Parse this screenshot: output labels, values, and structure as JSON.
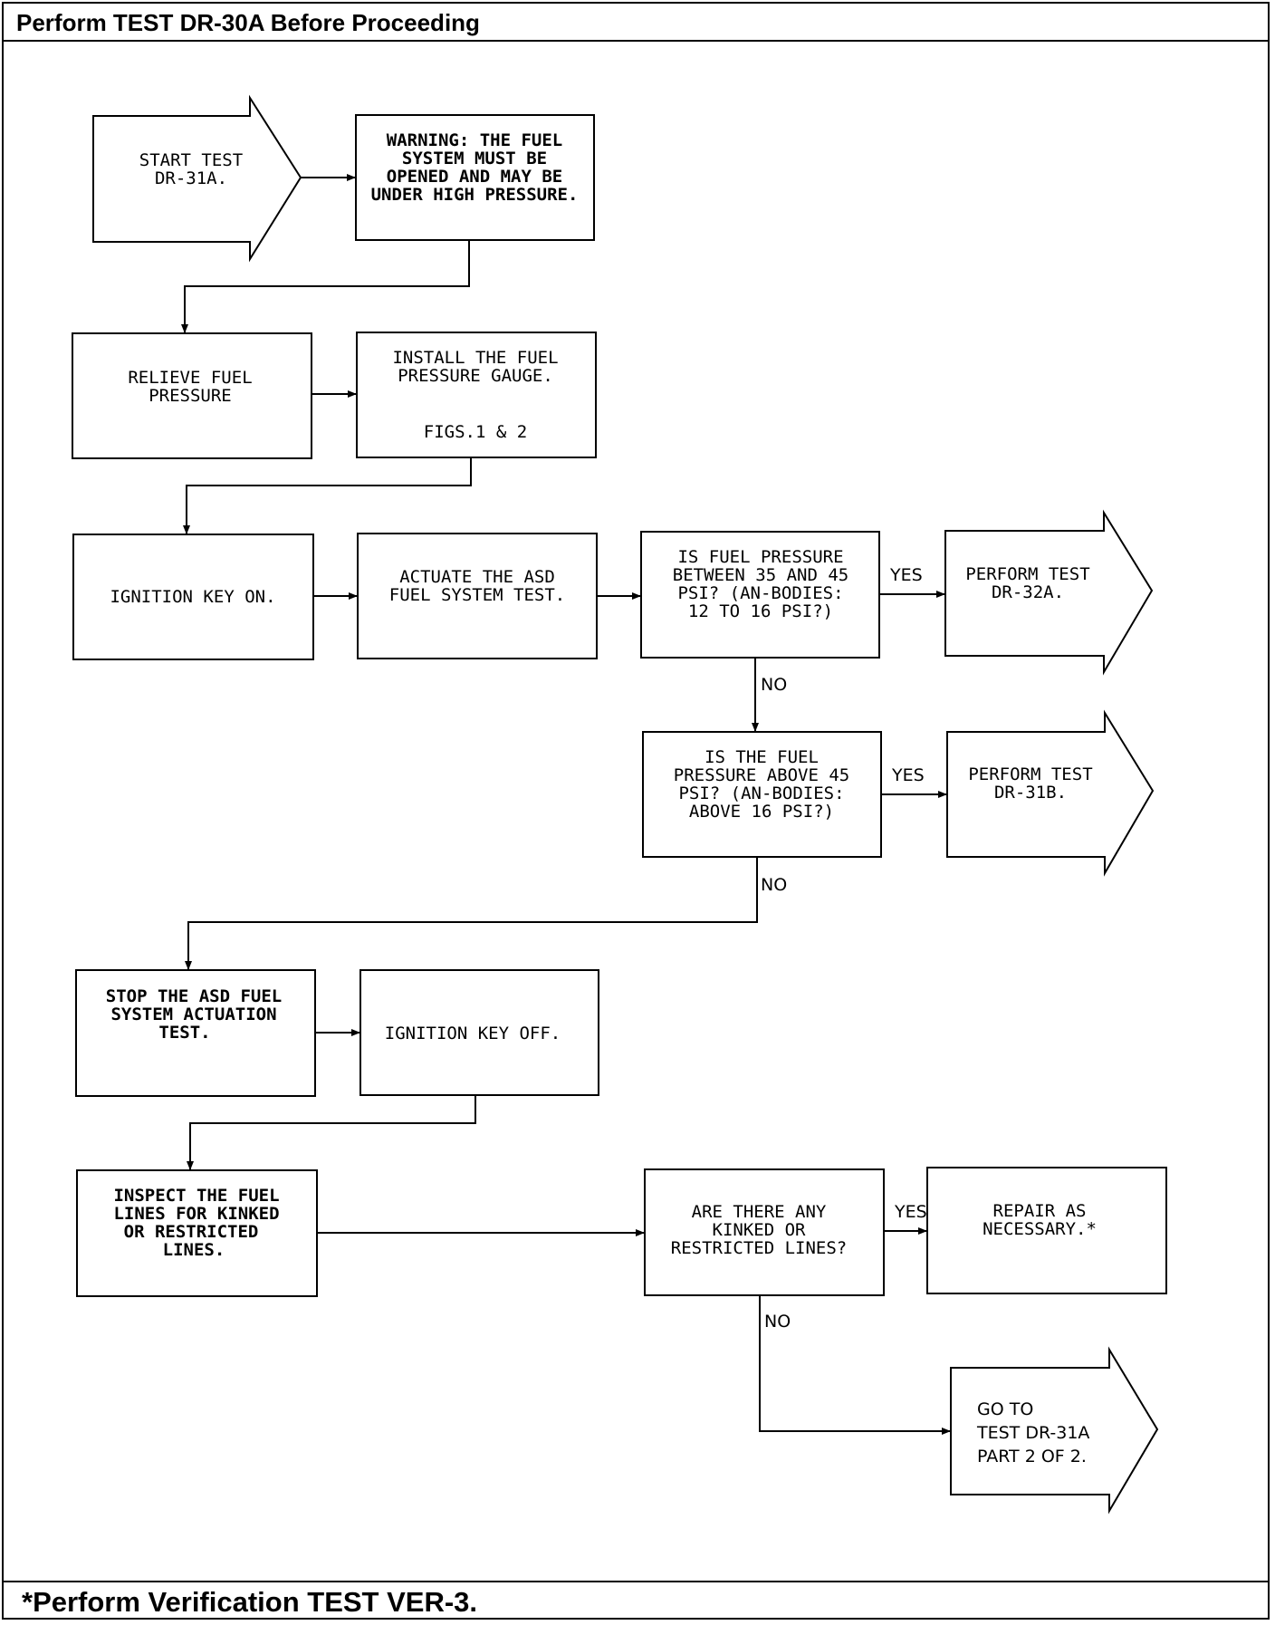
{
  "header": {
    "title": "Perform TEST DR-30A Before Proceeding"
  },
  "footer": {
    "note": "*Perform Verification TEST VER-3."
  },
  "nodes": {
    "start": [
      "START TEST",
      "DR-31A."
    ],
    "warning": [
      "WARNING: THE FUEL",
      "SYSTEM MUST BE",
      "OPENED AND MAY BE",
      "UNDER HIGH PRESSURE."
    ],
    "relieve": [
      "RELIEVE FUEL",
      "PRESSURE"
    ],
    "install": [
      "INSTALL THE FUEL",
      "PRESSURE GAUGE."
    ],
    "install_ref": "FIGS.1 & 2",
    "ignition_on": [
      "IGNITION KEY ON."
    ],
    "actuate": [
      "ACTUATE THE ASD",
      "FUEL SYSTEM TEST."
    ],
    "decision1": [
      "IS FUEL PRESSURE",
      "BETWEEN 35 AND 45",
      "PSI? (AN-BODIES:",
      "12 TO 16 PSI?)"
    ],
    "perform32": [
      "PERFORM TEST",
      "DR-32A."
    ],
    "decision2": [
      "IS THE FUEL",
      "PRESSURE ABOVE 45",
      "PSI? (AN-BODIES:",
      "ABOVE 16 PSI?)"
    ],
    "perform31b": [
      "PERFORM TEST",
      "DR-31B."
    ],
    "stop": [
      "STOP THE ASD FUEL",
      "SYSTEM ACTUATION",
      "TEST."
    ],
    "ignition_off": [
      "IGNITION KEY OFF."
    ],
    "inspect": [
      "INSPECT THE FUEL",
      "LINES FOR KINKED",
      "OR RESTRICTED",
      "LINES."
    ],
    "decision3": [
      "ARE THERE ANY",
      "KINKED OR",
      "RESTRICTED LINES?"
    ],
    "repair": [
      "REPAIR AS",
      "NECESSARY.*"
    ],
    "goto": [
      "GO TO",
      "TEST DR-31A",
      "PART 2 OF 2."
    ]
  },
  "labels": {
    "yes": "YES",
    "no": "NO"
  }
}
